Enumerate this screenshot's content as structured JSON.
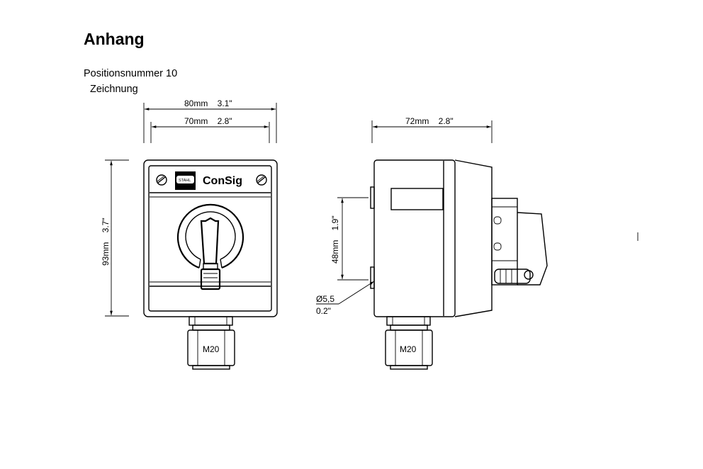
{
  "title": "Anhang",
  "position_label": "Positionsnummer 10",
  "drawing_label": "Zeichnung",
  "front_view": {
    "dim_width_outer": "80mm    3.1\"",
    "dim_width_inner": "70mm    2.8\"",
    "dim_height": "93mm    3.7\"",
    "brand": "ConSig",
    "logo_text": "STAHL",
    "cable_gland": "M20"
  },
  "side_view": {
    "dim_depth": "72mm    2.8\"",
    "dim_mount": "48mm    1.9\"",
    "hole_diameter": "Ø5,5",
    "hole_inch": "0.2\"",
    "cable_gland": "M20"
  }
}
